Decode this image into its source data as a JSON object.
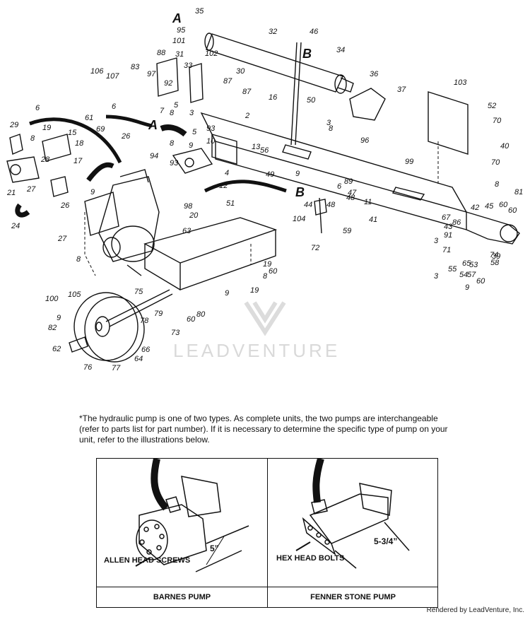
{
  "callouts": [
    "35",
    "95",
    "101",
    "32",
    "46",
    "34",
    "106",
    "107",
    "83",
    "97",
    "88",
    "31",
    "33",
    "102",
    "30",
    "36",
    "37",
    "92",
    "87",
    "87",
    "52",
    "70",
    "103",
    "5",
    "8",
    "3",
    "50",
    "16",
    "2",
    "3",
    "8",
    "93",
    "96",
    "99",
    "70",
    "40",
    "29",
    "19",
    "8",
    "6",
    "61",
    "6",
    "7",
    "5",
    "26",
    "69",
    "15",
    "18",
    "28",
    "17",
    "8",
    "9",
    "10",
    "13",
    "9",
    "94",
    "93",
    "4",
    "56",
    "49",
    "89",
    "98",
    "12",
    "51",
    "6",
    "47",
    "44",
    "48",
    "48",
    "8",
    "81",
    "9",
    "27",
    "21",
    "26",
    "24",
    "27",
    "20",
    "11",
    "45",
    "60",
    "60",
    "41",
    "63",
    "104",
    "59",
    "67",
    "43",
    "91",
    "86",
    "42",
    "3",
    "72",
    "71",
    "55",
    "65",
    "53",
    "58",
    "60",
    "19",
    "8",
    "8",
    "19",
    "3",
    "54",
    "57",
    "9",
    "60",
    "39",
    "9",
    "100",
    "105",
    "75",
    "79",
    "80",
    "60",
    "9",
    "78",
    "73",
    "82",
    "62",
    "66",
    "76",
    "64",
    "77",
    "74"
  ],
  "section_labels": [
    "A",
    "A",
    "B",
    "B"
  ],
  "watermark": "LEADVENTURE",
  "note": "*The hydraulic pump is one of two types. As complete units, the two pumps are interchangeable (refer to parts list for part number). If it is necessary to determine the specific type of pump on your unit, refer to the illustrations below.",
  "pumps": [
    {
      "name": "BARNES PUMP",
      "callout": "ALLEN HEAD SCREWS",
      "dimension": "5”"
    },
    {
      "name": "FENNER STONE PUMP",
      "callout": "HEX HEAD BOLTS",
      "dimension": "5-3/4”"
    }
  ],
  "credit": "Rendered by LeadVenture, Inc."
}
